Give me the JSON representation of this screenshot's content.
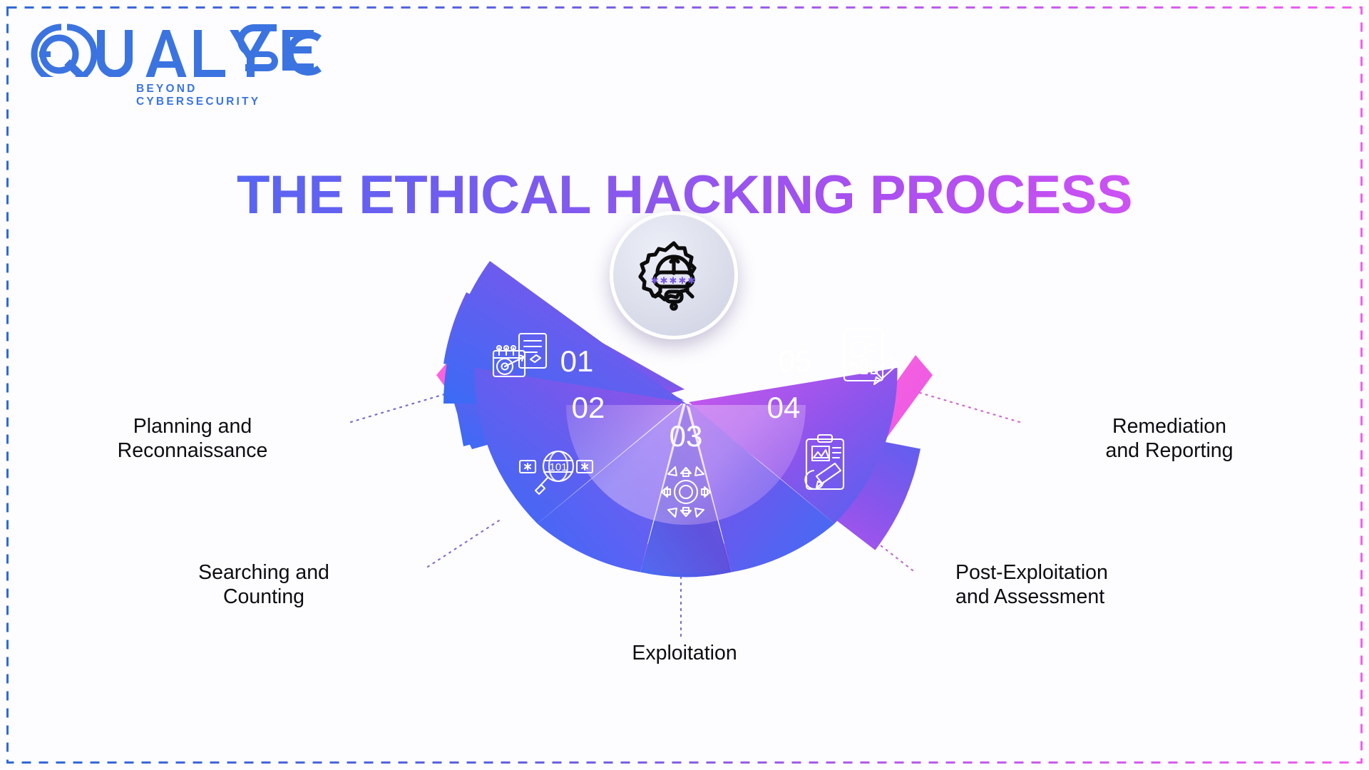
{
  "brand": {
    "name": "QUALYSEC",
    "tagline": "BEYOND CYBERSECURITY",
    "logo_color": "#3b74e0"
  },
  "header": {
    "title": "THE ETHICAL HACKING PROCESS",
    "title_gradient_start": "#3d6cf5",
    "title_gradient_end": "#ec5cf7"
  },
  "frame": {
    "style": "dashed",
    "gradient_start": "#2f6ad6",
    "gradient_end": "#f25ff0"
  },
  "hub": {
    "icon": "gear-bug-icon"
  },
  "diagram": {
    "type": "fan-segments",
    "segments": [
      {
        "number": "01",
        "label": "Planning and\nReconnaissance",
        "icon": "calendar-target-document-icon",
        "color_start": "#3f6ef4",
        "color_end": "#8a4fe0"
      },
      {
        "number": "02",
        "label": "Searching and\nCounting",
        "icon": "magnifier-binary-icon",
        "color_start": "#4168f5",
        "color_end": "#7b5bf0"
      },
      {
        "number": "03",
        "label": "Exploitation",
        "icon": "gear-arrows-spread-icon",
        "color_start": "#5b4fd8",
        "color_end": "#4a6df3"
      },
      {
        "number": "04",
        "label": "Post-Exploitation\nand Assessment",
        "icon": "clipboard-checklist-pen-icon",
        "color_start": "#7a52ef",
        "color_end": "#3f6ef4"
      },
      {
        "number": "05",
        "label": "Remediation\nand Reporting",
        "icon": "report-chart-pen-icon",
        "color_start": "#c257e8",
        "color_end": "#4d63f0"
      }
    ]
  }
}
